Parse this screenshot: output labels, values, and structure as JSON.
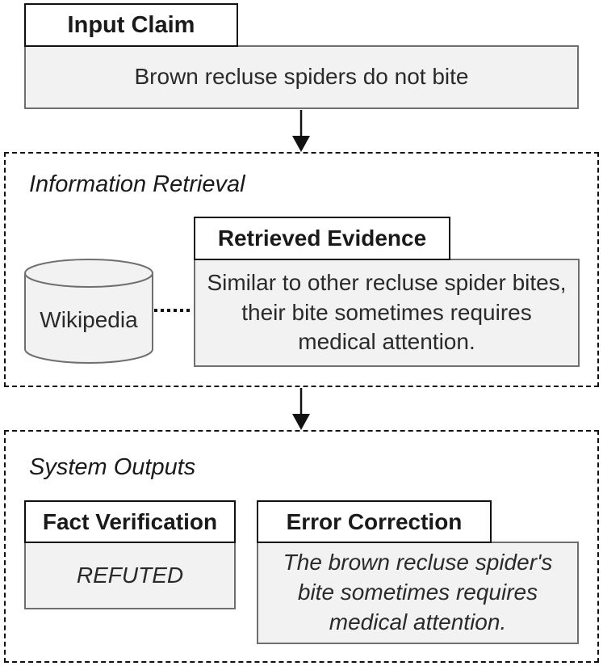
{
  "input_claim": {
    "title": "Input Claim",
    "text": "Brown recluse spiders do not bite"
  },
  "information_retrieval": {
    "title": "Information Retrieval",
    "database_label": "Wikipedia",
    "evidence_title": "Retrieved Evidence",
    "evidence_text": "Similar to other recluse spider bites, their bite sometimes requires medical attention."
  },
  "system_outputs": {
    "title": "System Outputs",
    "fact_verification": {
      "title": "Fact Verification",
      "result": "REFUTED"
    },
    "error_correction": {
      "title": "Error Correction",
      "text": "The brown recluse spider's bite sometimes requires medical attention."
    }
  }
}
